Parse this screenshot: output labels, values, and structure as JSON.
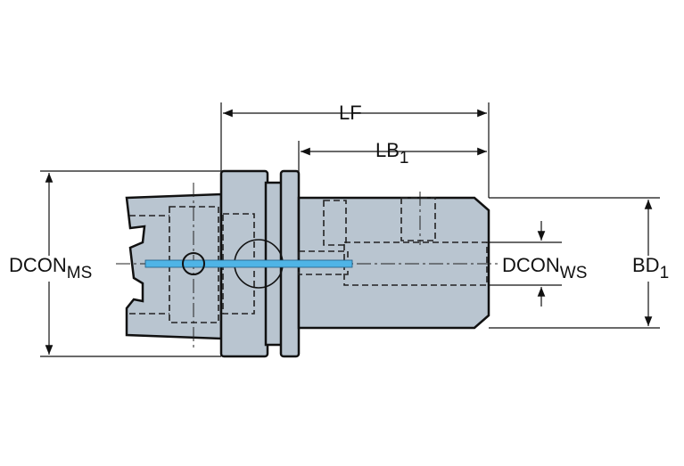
{
  "drawing": {
    "title": "Tool holder adaptor dimension drawing",
    "colors": {
      "body": "#b9c5d0",
      "coolant": "#4fb4e6",
      "line": "#111111"
    },
    "dimensions": {
      "lf": {
        "label": "LF"
      },
      "lb1": {
        "label": "LB",
        "sub": "1"
      },
      "dcon_ms": {
        "label": "DCON",
        "sub": "MS"
      },
      "dcon_ws": {
        "label": "DCON",
        "sub": "WS"
      },
      "bd1": {
        "label": "BD",
        "sub": "1"
      }
    }
  }
}
